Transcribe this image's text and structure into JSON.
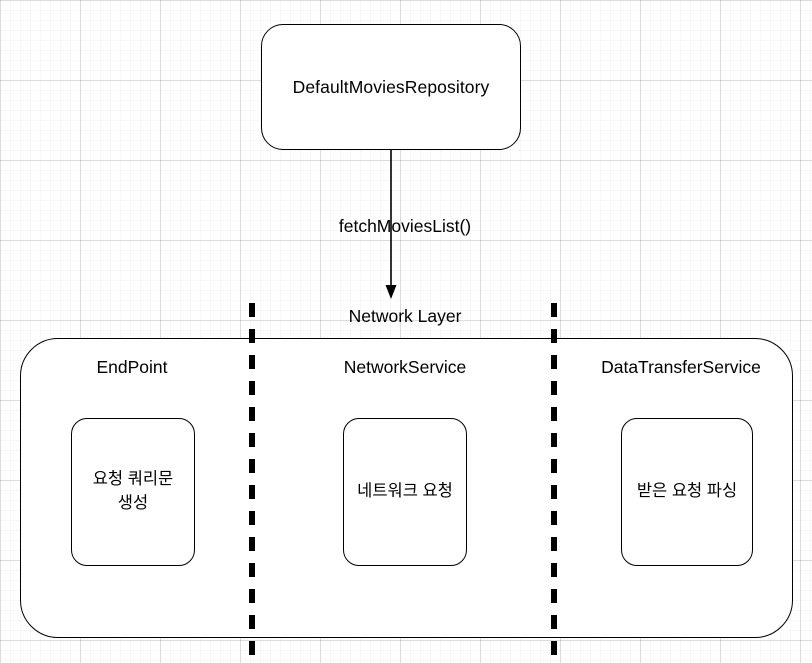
{
  "diagram": {
    "title": "Network Layer",
    "repository_node": {
      "label": "DefaultMoviesRepository"
    },
    "call_edge": {
      "label": "fetchMoviesList()"
    },
    "layer_container": {
      "label": "Network Layer",
      "columns": [
        {
          "title": "EndPoint",
          "step": "요청 쿼리문\n생성",
          "step_line1": "요청 쿼리문",
          "step_line2": "생성"
        },
        {
          "title": "NetworkService",
          "step": "네트워크 요청"
        },
        {
          "title": "DataTransferService",
          "step": "받은 요청 파싱"
        }
      ]
    },
    "icons": {
      "arrow_down": "arrow-down-icon",
      "arrow_right": "arrow-right-icon",
      "dashed_divider": "dashed-divider-icon"
    },
    "colors": {
      "stroke": "#000000",
      "fill": "#ffffff",
      "grid_minor": "#f2f2f2",
      "grid_major": "#e3e3e3"
    }
  }
}
